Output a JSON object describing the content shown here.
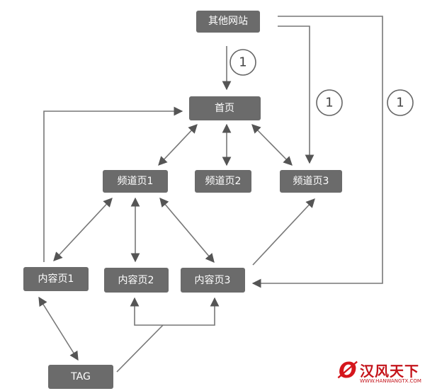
{
  "nodes": {
    "other_sites": "其他网站",
    "home": "首页",
    "channel1": "频道页1",
    "channel2": "频道页2",
    "channel3": "频道页3",
    "content1": "内容页1",
    "content2": "内容页2",
    "content3": "内容页3",
    "tag": "TAG"
  },
  "markers": [
    "1",
    "1",
    "1"
  ],
  "watermark": {
    "name": "汉风天下",
    "url": "WWW.HANWANGTX.COM"
  },
  "colors": {
    "node": "#6b6b6b",
    "line": "#777777",
    "logo": "#c4141b"
  }
}
